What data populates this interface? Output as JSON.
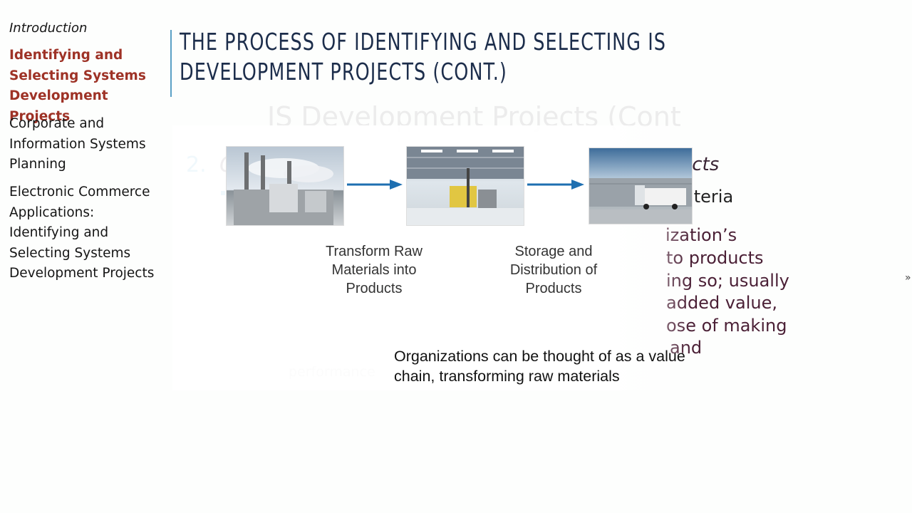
{
  "sidebar": {
    "items": [
      {
        "label": "Introduction"
      },
      {
        "label": "Identifying and Selecting Systems Development Projects"
      },
      {
        "label": "Corporate and Information Systems Planning"
      },
      {
        "label": "Electronic Commerce Applications: Identifying and Selecting Systems Development Projects"
      }
    ]
  },
  "slide": {
    "title": "THE PROCESS OF IDENTIFYING AND SELECTING IS DEVELOPMENT PROJECTS (CONT.)",
    "ghost_heading": "IS Development Projects (Cont",
    "list_number": "2.",
    "ghost_perf": "performance",
    "content_lines": [
      "Cl",
      "jects",
      "criteria",
      "ization’s",
      "to products",
      "ing so; usually",
      "added value,",
      "ose of making",
      "and"
    ]
  },
  "diagram": {
    "captions": [
      "Transform Raw Materials into Products",
      "Storage and Distribution of Products"
    ],
    "subtitle": "Organizations can be thought of as a value chain, transforming raw materials"
  },
  "colors": {
    "accent": "#9e3226",
    "title": "#1c2d4b",
    "arrow": "#1e6fb1",
    "divider": "#5aa0c6"
  }
}
